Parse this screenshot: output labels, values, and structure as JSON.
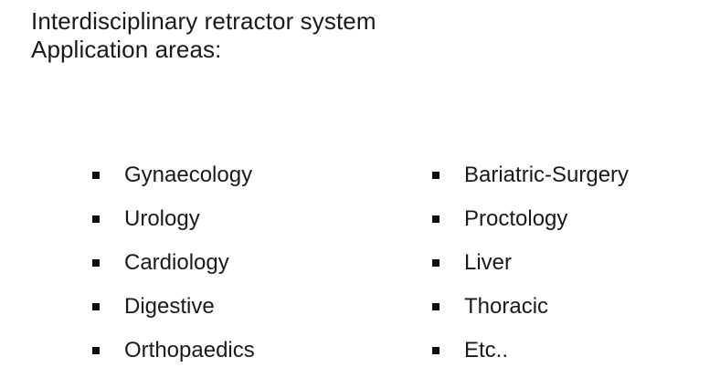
{
  "heading": {
    "line1": "Interdisciplinary retractor system",
    "line2": "Application areas:"
  },
  "lists": {
    "left": [
      "Gynaecology",
      "Urology",
      "Cardiology",
      "Digestive",
      "Orthopaedics"
    ],
    "right": [
      "Bariatric-Surgery",
      "Proctology",
      "Liver",
      "Thoracic",
      "Etc.."
    ]
  }
}
